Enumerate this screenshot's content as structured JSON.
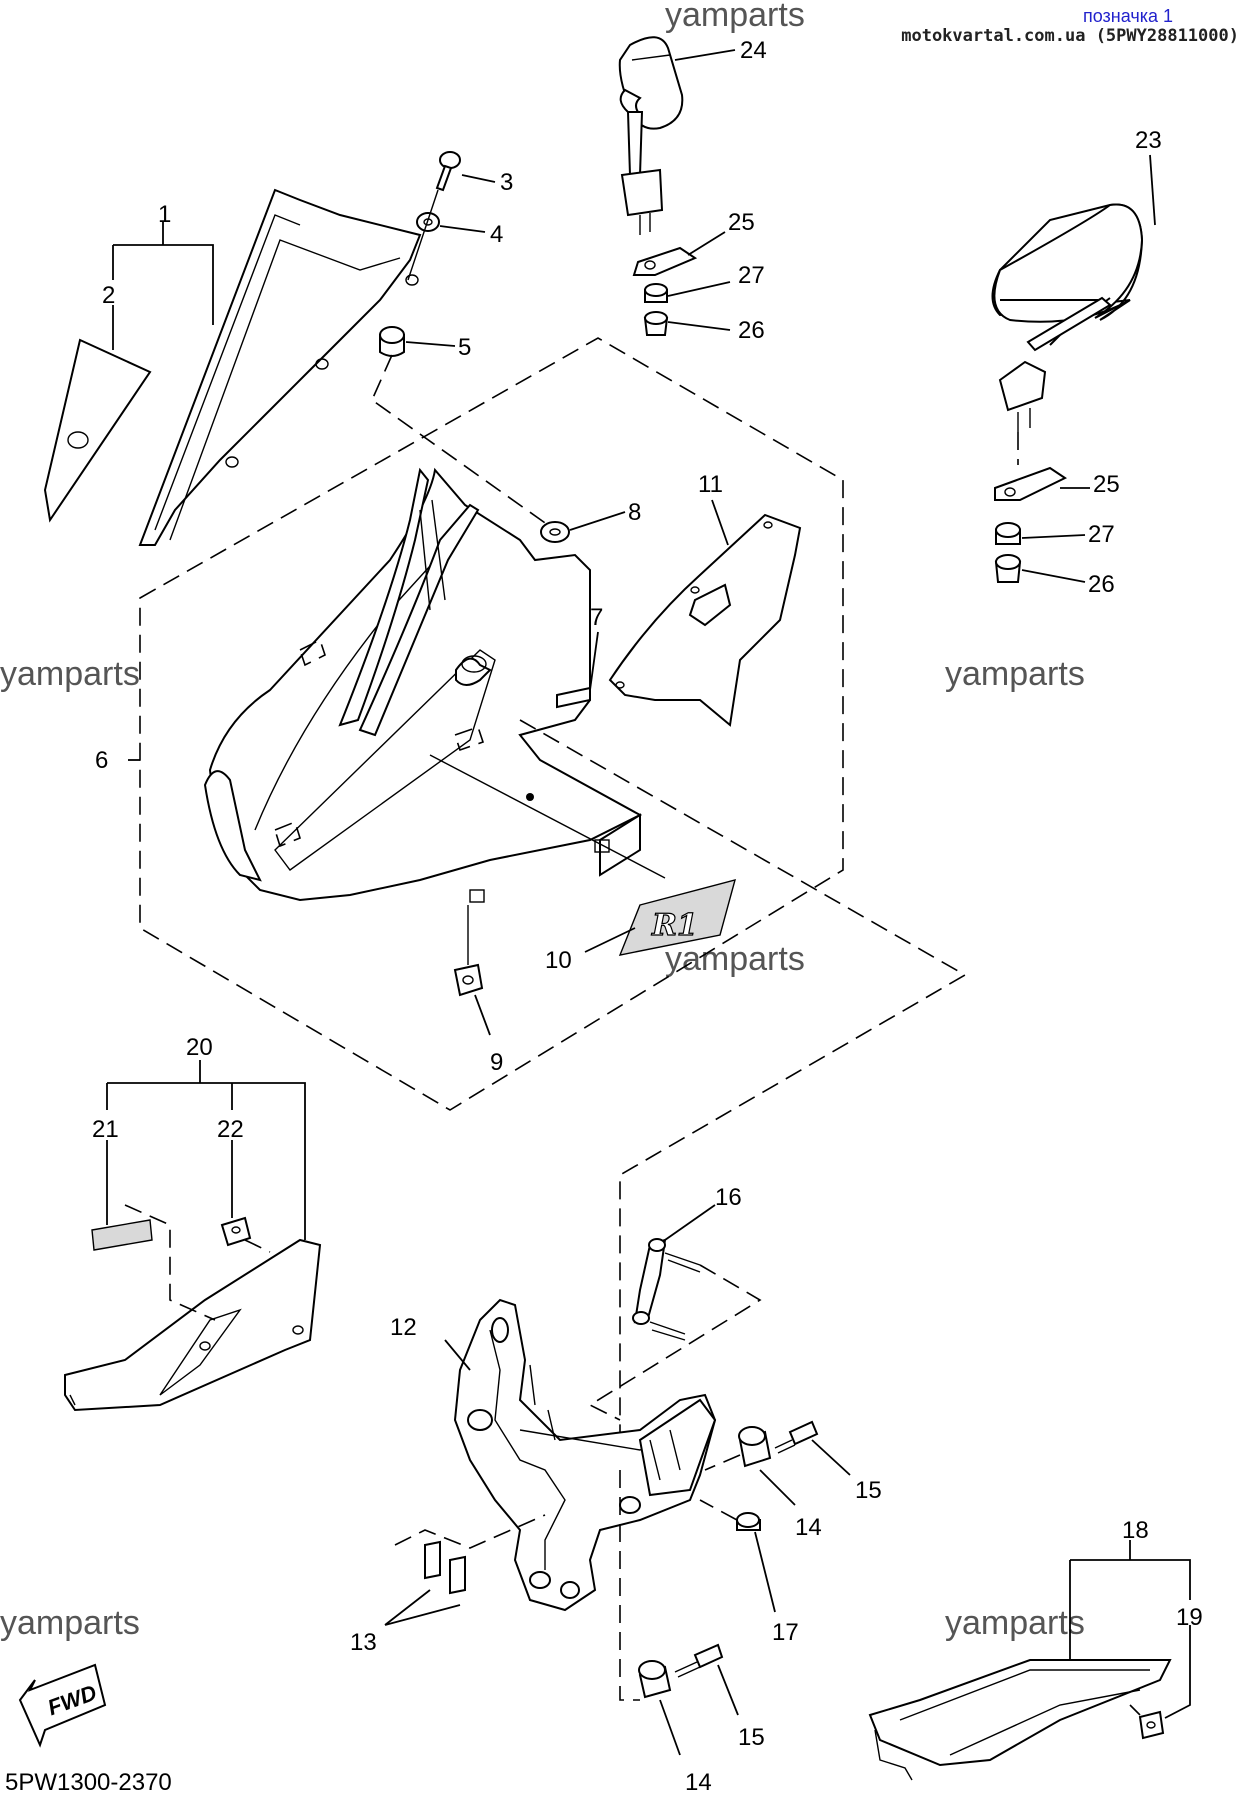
{
  "header": {
    "title": "позначка 1",
    "source": "motokvartal.com.ua (5PWY28811000)"
  },
  "watermark": "yamparts",
  "catalog_code": "5PW1300-2370",
  "fwd_label": "FWD",
  "badge_text": "R1",
  "labels": [
    "1",
    "2",
    "3",
    "4",
    "5",
    "6",
    "7",
    "8",
    "9",
    "10",
    "11",
    "12",
    "13",
    "14",
    "14",
    "15",
    "15",
    "16",
    "17",
    "18",
    "19",
    "20",
    "21",
    "22",
    "23",
    "24",
    "25",
    "25",
    "26",
    "26",
    "27",
    "27"
  ]
}
